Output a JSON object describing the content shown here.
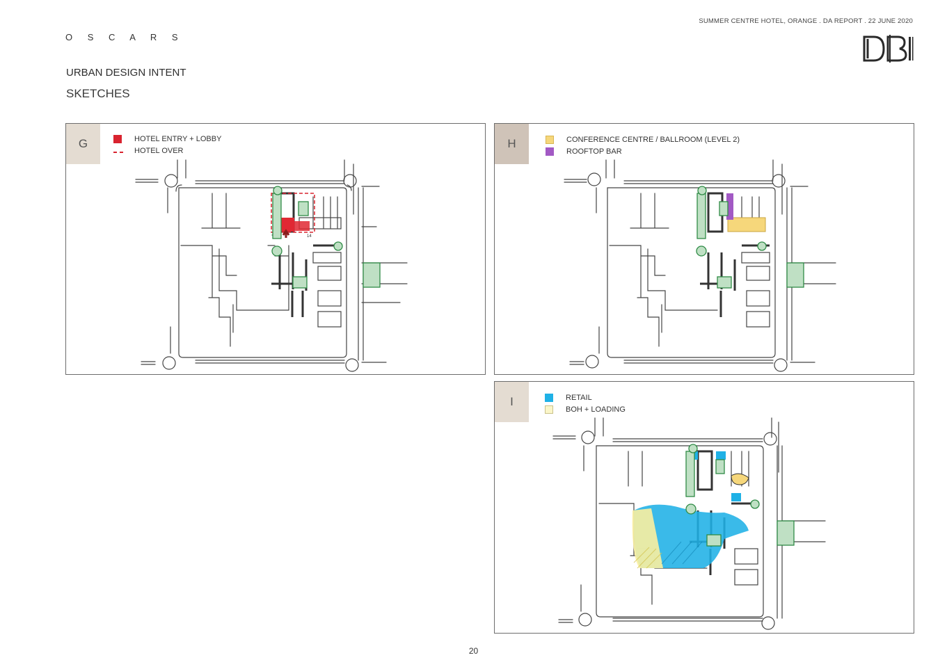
{
  "header": {
    "brand": "O S C A R S",
    "doc_ref": "SUMMER CENTRE HOTEL, ORANGE . DA REPORT . 22 JUNE 2020",
    "logo": "DBI"
  },
  "title": "URBAN DESIGN INTENT",
  "subtitle": "SKETCHES",
  "panels": [
    {
      "letter": "G",
      "legend": [
        {
          "label": "HOTEL ENTRY + LOBBY",
          "color": "#d9232f",
          "style": "solid"
        },
        {
          "label": "HOTEL OVER",
          "color": "#d9232f",
          "style": "dashed"
        }
      ]
    },
    {
      "letter": "H",
      "legend": [
        {
          "label": "CONFERENCE CENTRE / BALLROOM (LEVEL 2)",
          "color": "#f6d77b",
          "style": "solid"
        },
        {
          "label": "ROOFTOP BAR",
          "color": "#a259c4",
          "style": "solid"
        }
      ]
    },
    {
      "letter": "I",
      "legend": [
        {
          "label": "RETAIL",
          "color": "#1fb1e6",
          "style": "solid"
        },
        {
          "label": "BOH + LOADING",
          "color": "#fbf6c9",
          "style": "solid"
        }
      ]
    }
  ],
  "page_number": "20"
}
